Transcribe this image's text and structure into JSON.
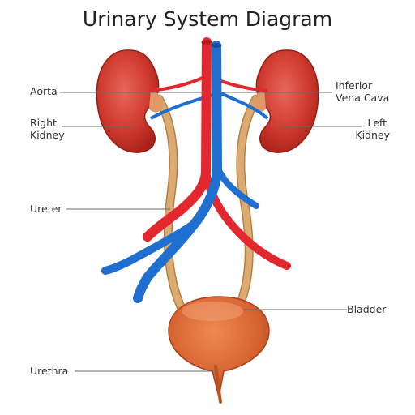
{
  "title": "Urinary System Diagram",
  "labels": {
    "aorta": "Aorta",
    "right_kidney": [
      "Right",
      "Kidney"
    ],
    "ureter": "Ureter",
    "urethra": "Urethra",
    "inferior_vena_cava": [
      "Inferior",
      "Vena Cava"
    ],
    "left_kidney": [
      "Left",
      "Kidney"
    ],
    "bladder": "Bladder"
  },
  "colors": {
    "kidney": "#c8352b",
    "kidney_inner": "#e8665a",
    "artery": "#e2282e",
    "vein": "#1f6fd1",
    "ureter": "#d9a46a",
    "bladder": "#d5622f"
  }
}
